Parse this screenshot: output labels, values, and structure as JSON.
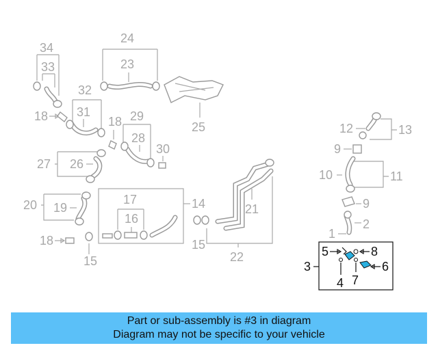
{
  "callouts": {
    "n1": "1",
    "n2": "2",
    "n3": "3",
    "n4": "4",
    "n5": "5",
    "n6": "6",
    "n7": "7",
    "n8": "8",
    "n9a": "9",
    "n9b": "9",
    "n10": "10",
    "n11": "11",
    "n12": "12",
    "n13": "13",
    "n14": "14",
    "n15a": "15",
    "n15b": "15",
    "n16": "16",
    "n17": "17",
    "n18a": "18",
    "n18b": "18",
    "n18c": "18",
    "n19": "19",
    "n20": "20",
    "n21": "21",
    "n22": "22",
    "n23": "23",
    "n24": "24",
    "n25": "25",
    "n26": "26",
    "n27": "27",
    "n28": "28",
    "n29": "29",
    "n30": "30",
    "n31": "31",
    "n32": "32",
    "n33": "33",
    "n34": "34"
  },
  "highlight_color": "#2ab0e0",
  "banner": {
    "line1": "Part or sub-assembly is #3 in diagram",
    "line2": "Diagram may not be specific to your vehicle",
    "background": "#5bc0f8"
  }
}
